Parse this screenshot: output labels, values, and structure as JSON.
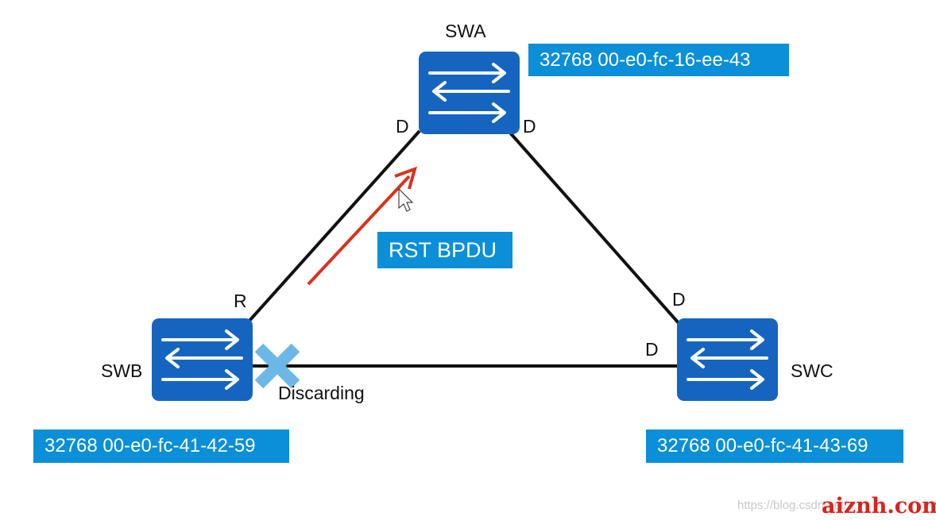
{
  "colors": {
    "switch_fill": "#1565c0",
    "id_box": "#0a8fd8",
    "link": "#111111",
    "bpdu_arrow": "#d9321c",
    "blocked_x": "#6cb7e8"
  },
  "switches": {
    "swa": {
      "name": "SWA",
      "bridge_id": "32768 00-e0-fc-16-ee-43",
      "icon": "switch-icon"
    },
    "swb": {
      "name": "SWB",
      "bridge_id": "32768 00-e0-fc-41-42-59",
      "icon": "switch-icon"
    },
    "swc": {
      "name": "SWC",
      "bridge_id": "32768 00-e0-fc-41-43-69",
      "icon": "switch-icon"
    }
  },
  "port_roles": {
    "swa_left": "D",
    "swa_right": "D",
    "swb_up": "R",
    "swc_up": "D",
    "swc_left": "D"
  },
  "blocked_port": {
    "state": "Discarding",
    "icon": "blocked-x-icon"
  },
  "message": {
    "label": "RST BPDU"
  },
  "watermark": {
    "url_text": "https://blog.csdn.net/...",
    "brand": "aiznh.com"
  }
}
